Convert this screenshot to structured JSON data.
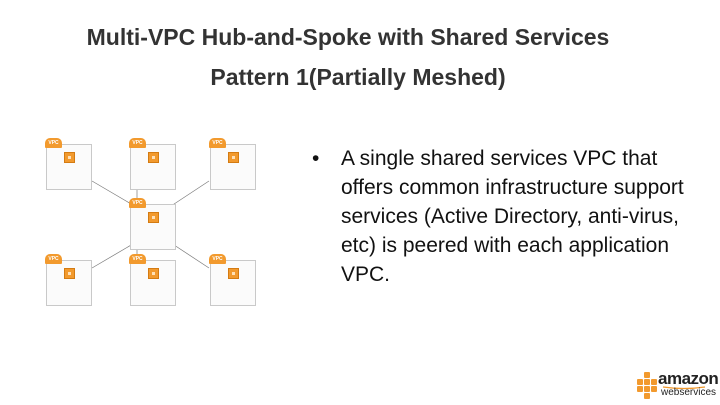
{
  "title": {
    "line1": "Multi-VPC Hub-and-Spoke with Shared Services",
    "line2": "Pattern 1(Partially Meshed)"
  },
  "diagram": {
    "tag": "VPC",
    "vpcs": [
      {
        "id": "top-left"
      },
      {
        "id": "top-center"
      },
      {
        "id": "top-right"
      },
      {
        "id": "hub"
      },
      {
        "id": "bottom-left"
      },
      {
        "id": "bottom-center"
      },
      {
        "id": "bottom-right"
      }
    ]
  },
  "bullets": [
    "A single shared services VPC that offers common infrastructure support services (Active Directory, anti-virus, etc) is peered with each application VPC."
  ],
  "logo": {
    "word1": "amazon",
    "word2": "webservices"
  },
  "colors": {
    "aws_orange": "#f29a2e",
    "title": "#333333",
    "border": "#c9c9c9"
  }
}
